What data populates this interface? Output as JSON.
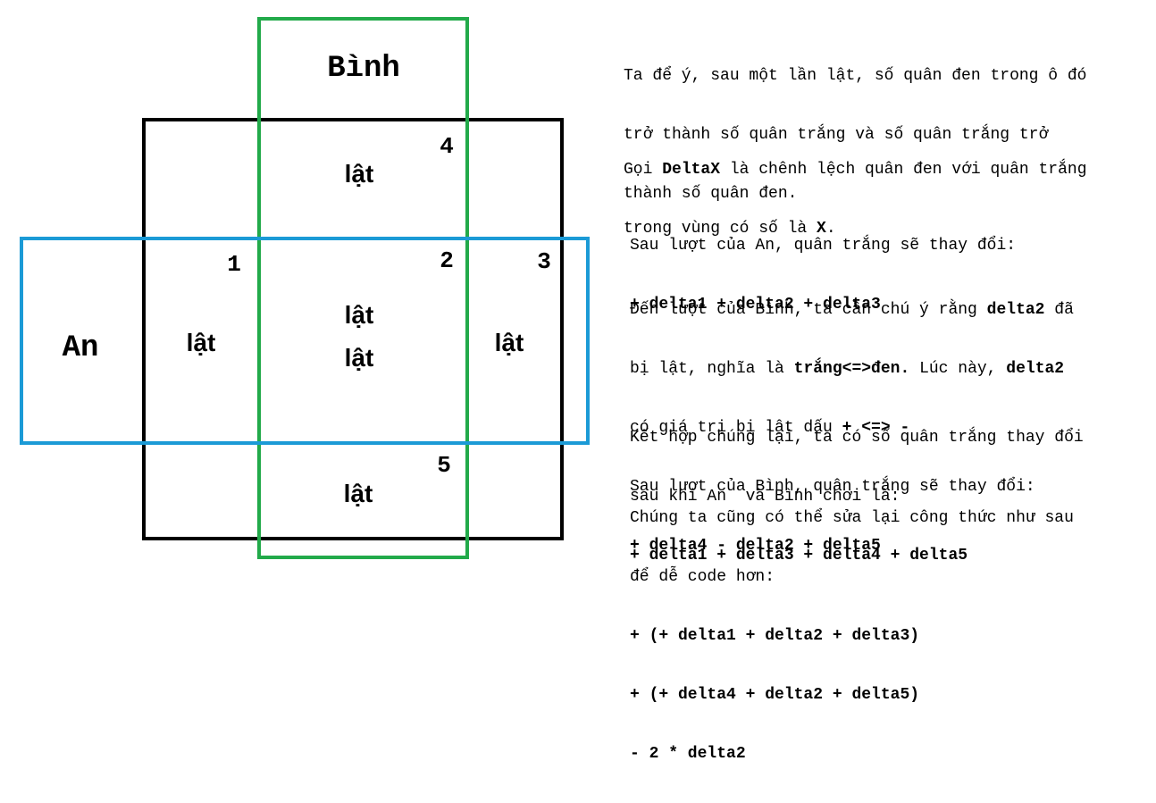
{
  "diagram": {
    "player_top": "Bình",
    "player_left": "An",
    "region_numbers": [
      "1",
      "2",
      "3",
      "4",
      "5"
    ],
    "flip_word": "lật",
    "colors": {
      "square": "#000000",
      "binh_rect": "#22aa4a",
      "an_rect": "#1b9ad6"
    }
  },
  "explanation": {
    "p1": {
      "line1": "Ta để ý, sau một lần lật, số quân đen trong ô đó",
      "line2": "trở thành số quân trắng và số quân trắng trở",
      "line3": "thành số quân đen."
    },
    "p2": {
      "l1_a": "Gọi ",
      "l1_b": "DeltaX",
      "l1_c": " là chênh lệch quân đen với quân trắng",
      "l2_a": "trong vùng có số là ",
      "l2_b": "X",
      "l2_c": "."
    },
    "p3": {
      "line1": "Sau lượt của An, quân trắng sẽ thay đổi:",
      "line2": "+ delta1 + delta2 + delta3"
    },
    "p4": {
      "l1_a": "Đến lượt của Bình, ta cần chú ý rằng ",
      "l1_b": "delta2",
      "l1_c": " đã",
      "l2_a": "bị lật, nghĩa là ",
      "l2_b": "trắng<=>đen.",
      "l2_c": " Lúc này, ",
      "l2_d": "delta2",
      "l3_a": "có giá trị bị lật dấu ",
      "l3_b": "+ <=> -",
      "line4": "Sau lượt của Bình, quân trắng sẽ thay đổi:",
      "line5": "+ delta4 - delta2 + delta5"
    },
    "p5": {
      "line1": "Kết hợp chúng lại, ta có số quân trắng thay đổi",
      "line2": "sau khi An  và Bình chơi là:",
      "line3": "+ delta1 + delta3 + delta4 + delta5"
    },
    "p6": {
      "line1": "Chúng ta cũng có thể sửa lại công thức như sau",
      "line2": "để dễ code hơn:",
      "line3": "+ (+ delta1 + delta2 + delta3)",
      "line4": "+ (+ delta4 + delta2 + delta5)",
      "line5": "- 2 * delta2"
    }
  }
}
